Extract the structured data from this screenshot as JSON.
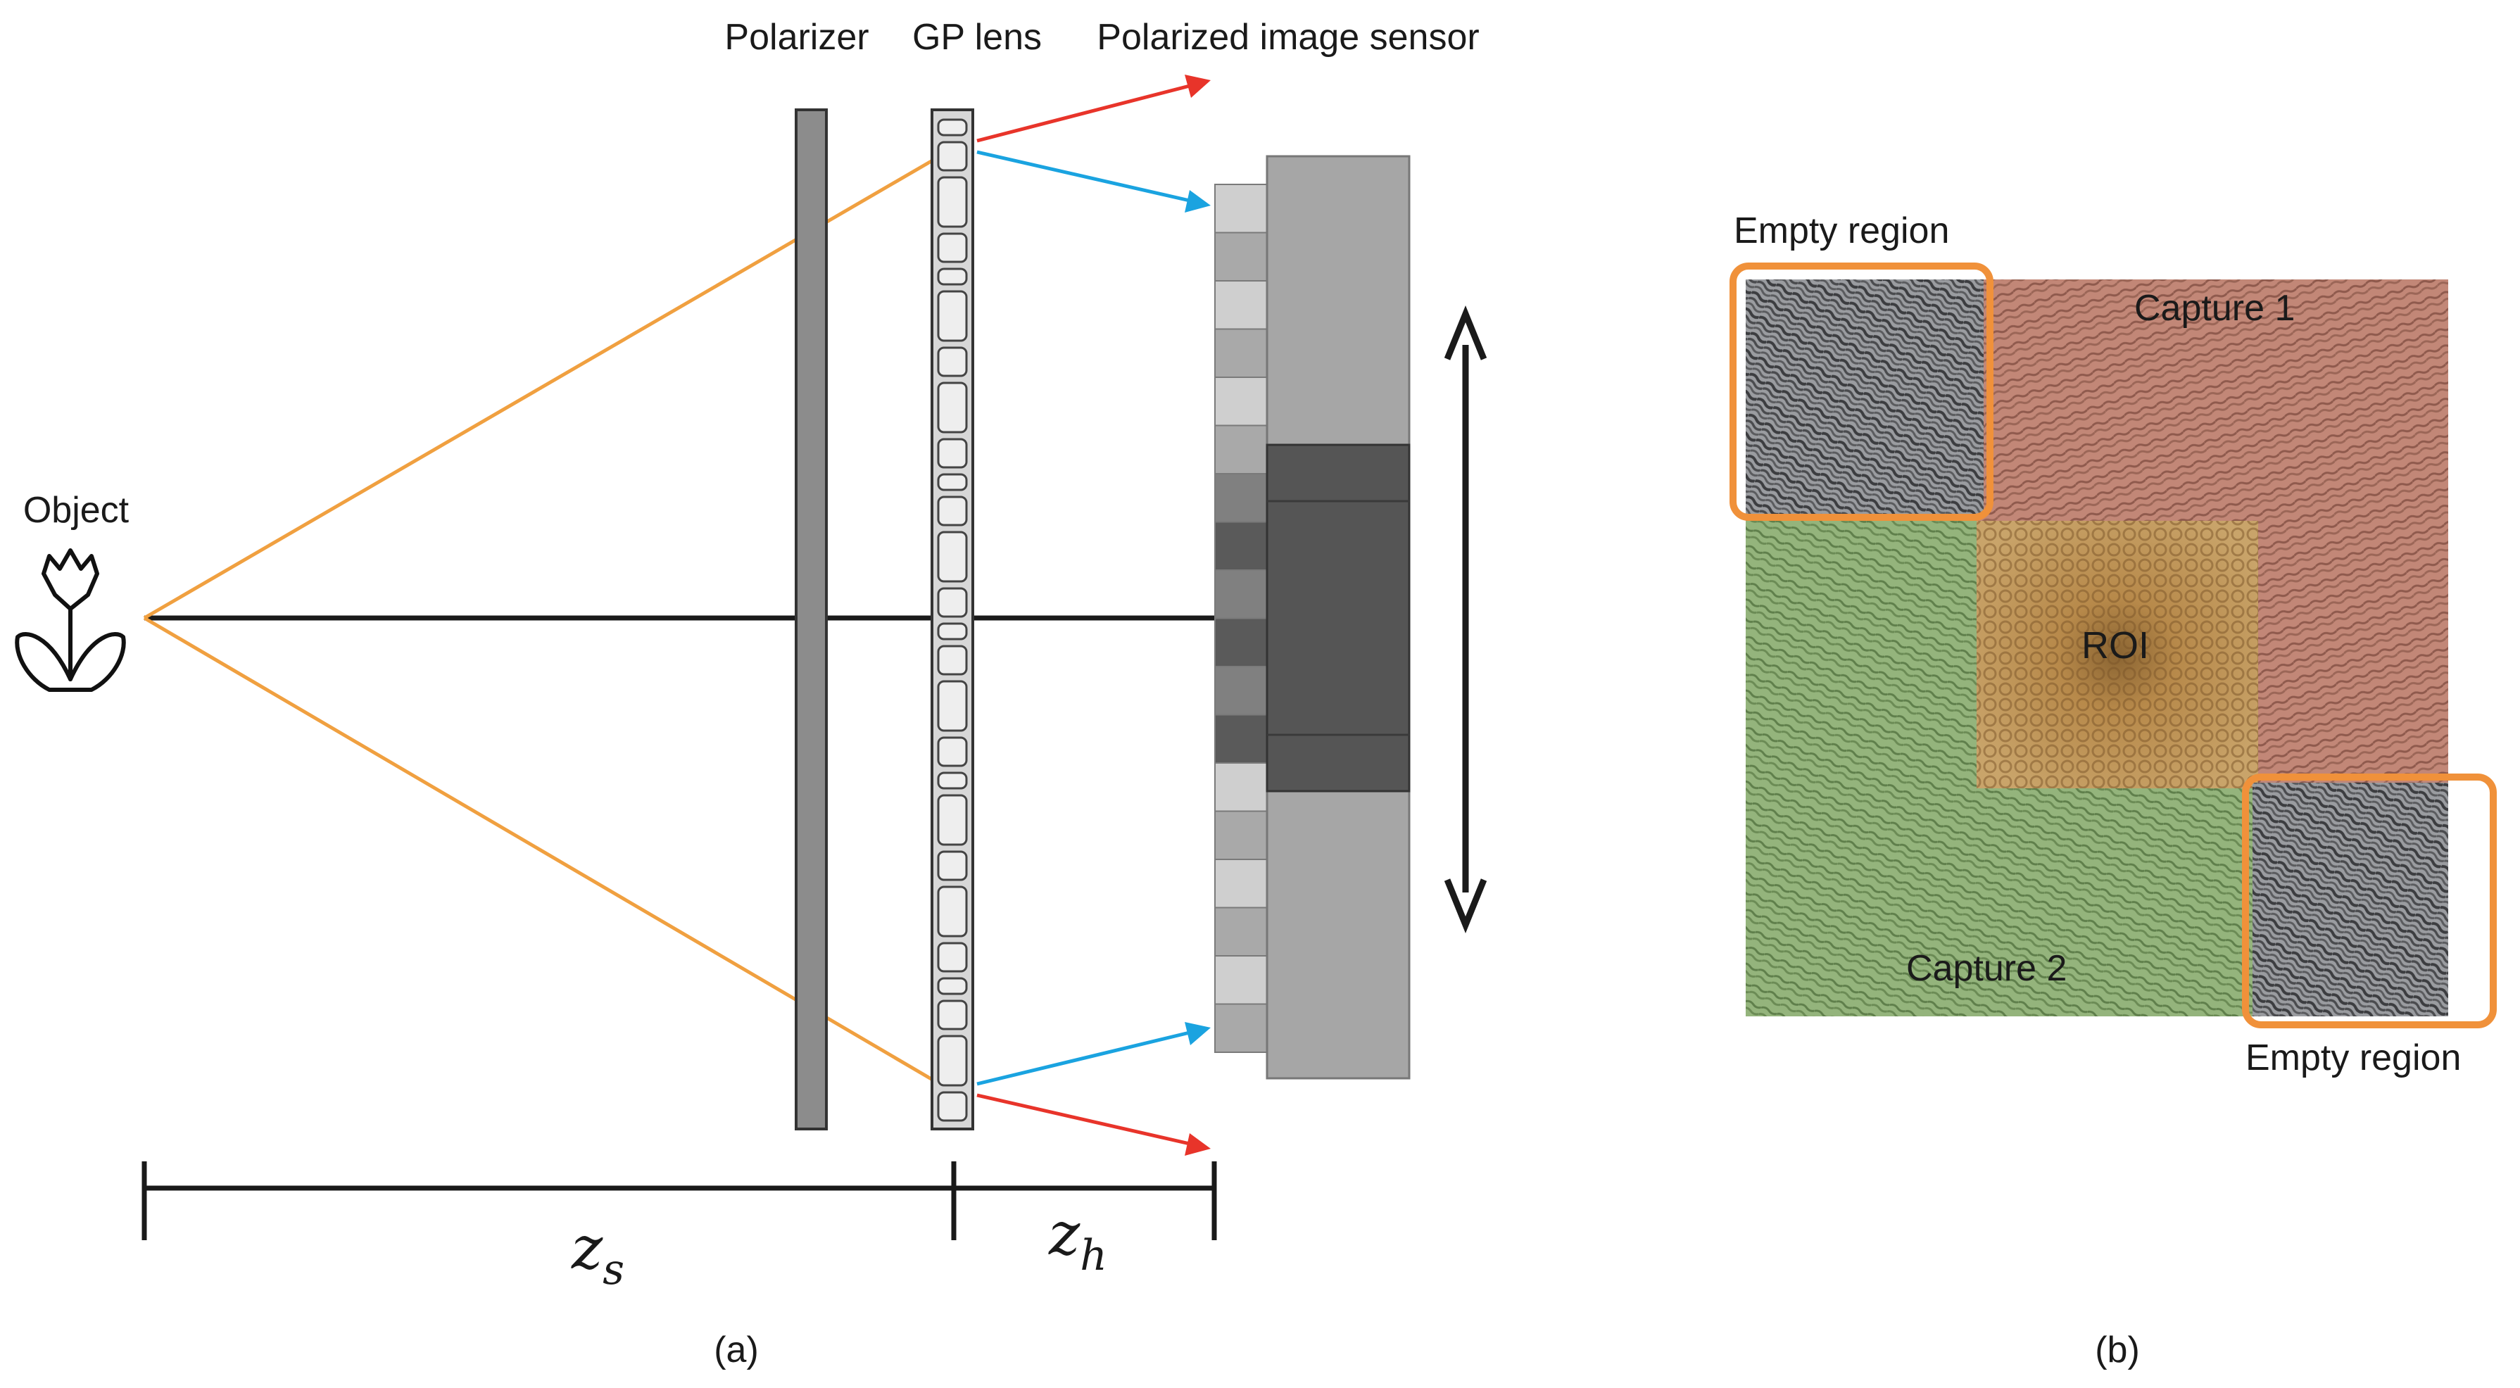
{
  "panel_a": {
    "labels": {
      "object": "Object",
      "polarizer": "Polarizer",
      "gp_lens": "GP lens",
      "sensor": "Polarized image sensor",
      "zs_main": "z",
      "zs_sub": "s",
      "zh_main": "z",
      "zh_sub": "h",
      "caption": "(a)"
    },
    "colors": {
      "ray": "#f0a040",
      "red_arrow": "#e8342a",
      "blue_arrow": "#1aa3e0",
      "axis": "#1a1a1a",
      "polarizer": "#8c8c8c",
      "lens_body": "#d7d7d7",
      "sensor_light": "#a6a6a6",
      "sensor_dark": "#555555"
    },
    "icons": [
      "tulip-icon",
      "double-arrow-icon"
    ]
  },
  "panel_b": {
    "labels": {
      "empty_top": "Empty region",
      "capture1": "Capture 1",
      "roi": "ROI",
      "capture2": "Capture 2",
      "empty_bottom": "Empty region",
      "caption": "(b)"
    },
    "colors": {
      "capture1": "#b87868",
      "capture2": "#8bab74",
      "roi": "#b99050",
      "empty": "#8a8d92",
      "highlight_box": "#f0913a"
    }
  }
}
